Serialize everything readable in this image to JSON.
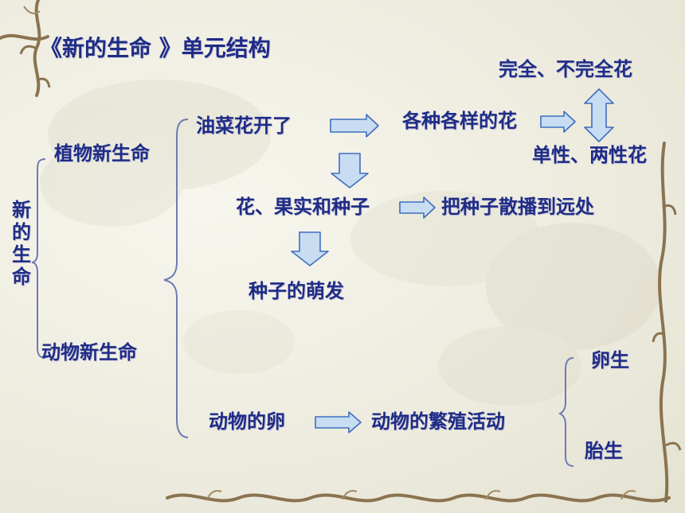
{
  "title": "《新的生命 》单元结构",
  "root": "新的生命",
  "branches": {
    "plant": "植物新生命",
    "animal": "动物新生命"
  },
  "plant_nodes": {
    "rapeseed": "油菜花开了",
    "varieties": "各种各样的花",
    "complete": "完全、不完全花",
    "sex": "单性、两性花",
    "fruit": "花、果实和种子",
    "disperse": "把种子散播到远处",
    "germinate": "种子的萌发"
  },
  "animal_nodes": {
    "egg": "动物的卵",
    "reproduce": "动物的繁殖活动",
    "oviparous": "卵生",
    "viviparous": "胎生"
  },
  "colors": {
    "text": "#1f2c86",
    "arrow_fill": "#c8dcf2",
    "arrow_stroke": "#3f6ec0",
    "brace": "#6d7ab5",
    "vine": "#8a7350"
  }
}
